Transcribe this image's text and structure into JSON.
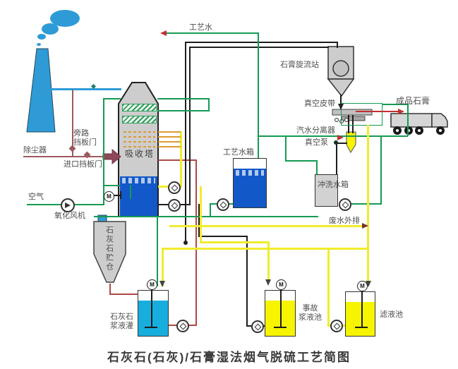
{
  "diagram": {
    "title": "石灰石(石灰)/石膏湿法烟气脱硫工艺简图",
    "labels": {
      "process_water": "工艺水",
      "gypsum_cyclone": "石膏旋流站",
      "vacuum_belt": "真空皮带",
      "finished_gypsum": "成品石膏",
      "steam_water_separator": "汽水分离器",
      "vacuum_pump": "真空泵",
      "bypass_damper_line1": "旁路",
      "bypass_damper_line2": "挡板门",
      "dust_collector": "除尘器",
      "inlet_damper": "进口挡板门",
      "absorber": "吸收塔",
      "process_water_tank": "工艺水箱",
      "rinse_water_tank": "冲洗水箱",
      "air": "空气",
      "oxidation_fan": "氧化风机",
      "wastewater_discharge": "废水外排",
      "limestone_silo": "石灰石贮仓",
      "limestone_slurry_tank_line1": "石灰石",
      "limestone_slurry_tank_line2": "浆液灌",
      "emergency_pool_line1": "事故",
      "emergency_pool_line2": "浆液池",
      "filtrate_pool": "滤液池",
      "motor": "M"
    },
    "colors": {
      "green": "#159a54",
      "yellow": "#f0ec2e",
      "black_line": "#1d1d1d",
      "maroon": "#9b5a5e",
      "darkred": "#b04848",
      "blue": "#2e9bd6",
      "orange": "#dd9a33",
      "tank_blue": "#1258c8",
      "cyan": "#17aede",
      "tank_yellow": "#f6f400",
      "device_gray": "#cdcdcd",
      "label": "#4e4e4e",
      "red_arrow": "#c03030"
    }
  }
}
